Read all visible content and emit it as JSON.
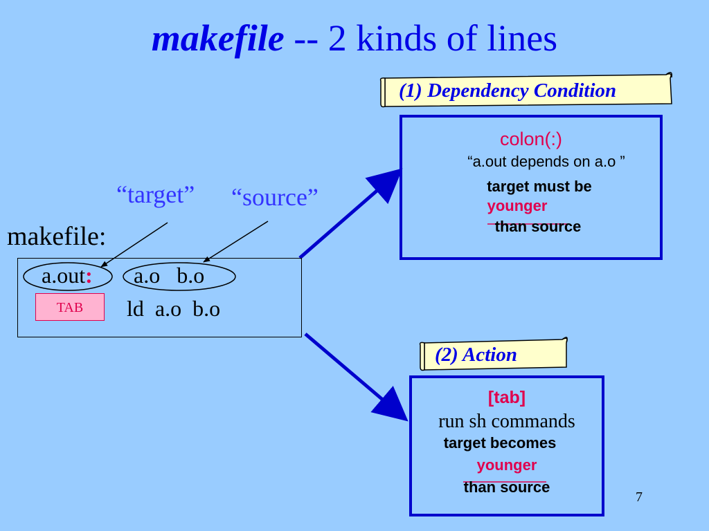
{
  "title": {
    "italic": "makefile",
    "rest": " -- 2 kinds of lines"
  },
  "labels": {
    "target": "“target”",
    "source": "“source”",
    "makefile": "makefile:"
  },
  "code": {
    "line1_target": "a.out",
    "line1_colon": ":",
    "line1_sources": "a.o   b.o",
    "tab_label": "TAB",
    "line2_command": "ld  a.o  b.o"
  },
  "dependency": {
    "banner": "(1)  Dependency Condition",
    "heading": "colon(:)",
    "quote": "“a.out  depends  on  a.o ”",
    "line3": "target  must be",
    "younger": "younger",
    "line5": "than source"
  },
  "action": {
    "banner": "(2)  Action",
    "heading": "[tab]",
    "line2": "run sh commands",
    "line3": "target  becomes",
    "younger": "younger",
    "line5": "than source"
  },
  "page_number": "7",
  "colors": {
    "background": "#99ccff",
    "title_blue": "#0000e6",
    "accent_red": "#e0004d",
    "panel_border": "#0000cc",
    "scroll_fill": "#ffffcc"
  }
}
